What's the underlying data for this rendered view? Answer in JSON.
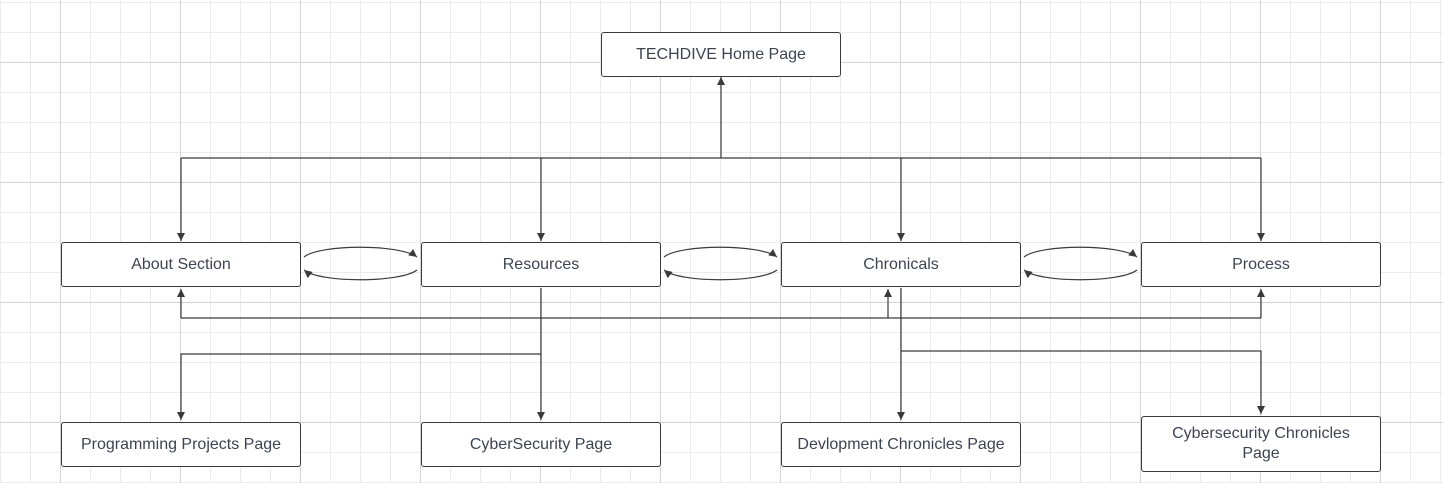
{
  "diagram": {
    "nodes": {
      "home": "TECHDIVE Home Page",
      "about": "About Section",
      "resources": "Resources",
      "chronicals": "Chronicals",
      "process": "Process",
      "programming": "Programming Projects Page",
      "cybersecurity": "CyberSecurity Page",
      "dev_chronicles": "Devlopment Chronicles Page",
      "cyber_chronicles": "Cybersecurity Chronicles Page"
    }
  },
  "colors": {
    "line": "#3a3a3a",
    "text": "#3d4451",
    "grid_major": "#d4d4d4",
    "grid_minor": "#ececec"
  }
}
